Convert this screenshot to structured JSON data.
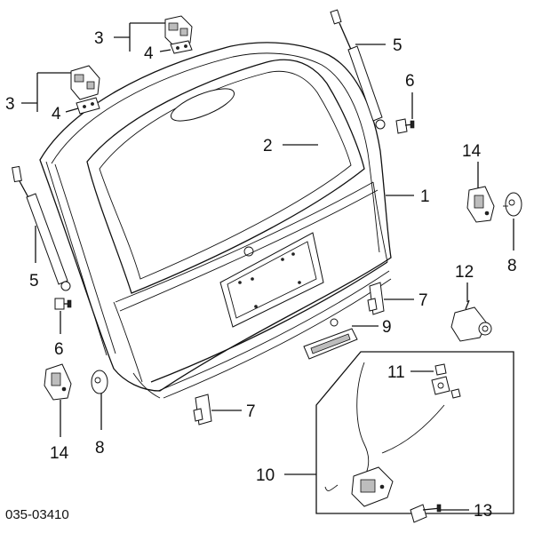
{
  "diagram": {
    "catalog_number": "035-03410",
    "callouts": [
      {
        "id": "c3a",
        "label": "3"
      },
      {
        "id": "c4a",
        "label": "4"
      },
      {
        "id": "c3b",
        "label": "3"
      },
      {
        "id": "c4b",
        "label": "4"
      },
      {
        "id": "c5a",
        "label": "5"
      },
      {
        "id": "c6a",
        "label": "6"
      },
      {
        "id": "c2",
        "label": "2"
      },
      {
        "id": "c1",
        "label": "1"
      },
      {
        "id": "c14a",
        "label": "14"
      },
      {
        "id": "c8a",
        "label": "8"
      },
      {
        "id": "c5b",
        "label": "5"
      },
      {
        "id": "c6b",
        "label": "6"
      },
      {
        "id": "c12",
        "label": "12"
      },
      {
        "id": "c7a",
        "label": "7"
      },
      {
        "id": "c9",
        "label": "9"
      },
      {
        "id": "c11",
        "label": "11"
      },
      {
        "id": "c14b",
        "label": "14"
      },
      {
        "id": "c8b",
        "label": "8"
      },
      {
        "id": "c7b",
        "label": "7"
      },
      {
        "id": "c10",
        "label": "10"
      },
      {
        "id": "c13",
        "label": "13"
      }
    ]
  }
}
